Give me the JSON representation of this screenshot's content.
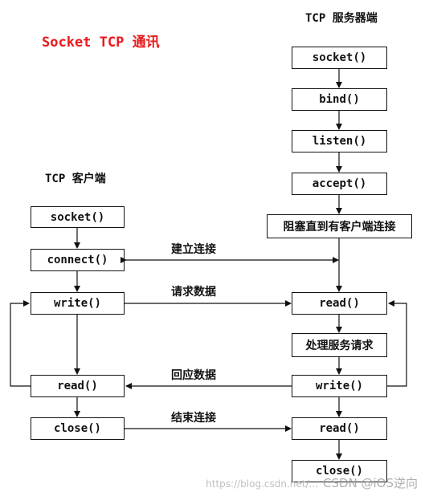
{
  "title": "Socket TCP 通讯",
  "server": {
    "label": "TCP 服务器端",
    "steps": [
      "socket()",
      "bind()",
      "listen()",
      "accept()",
      "阻塞直到有客户端连接",
      "read()",
      "处理服务请求",
      "write()",
      "read()",
      "close()"
    ]
  },
  "client": {
    "label": "TCP 客户端",
    "steps": [
      "socket()",
      "connect()",
      "write()",
      "read()",
      "close()"
    ]
  },
  "edges": {
    "connect": "建立连接",
    "request": "请求数据",
    "response": "回应数据",
    "close": "结束连接"
  },
  "watermark": {
    "url": "https://blog.csdn.net/...",
    "brand": "CSDN @iOS逆向"
  },
  "colors": {
    "title": "#e8191c",
    "line": "#111111"
  }
}
